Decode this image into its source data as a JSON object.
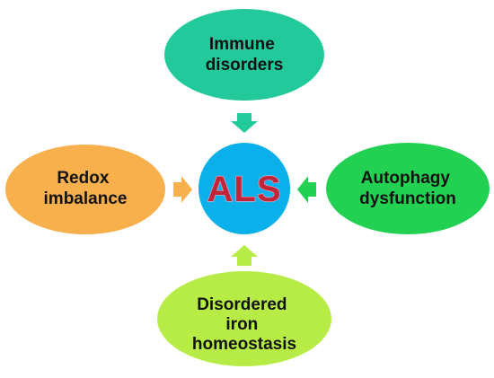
{
  "center": {
    "label": "ALS",
    "fill": "#0ab0ea",
    "text_color": "#c0263a"
  },
  "nodes": {
    "immune": {
      "lines": [
        "Immune",
        "disorders"
      ],
      "fill": "#22c99a",
      "arrow_color": "#22c99a"
    },
    "redox": {
      "lines": [
        "Redox",
        "imbalance"
      ],
      "fill": "#f7b04c",
      "arrow_color": "#f7b04c"
    },
    "autophagy": {
      "lines": [
        "Autophagy",
        "dysfunction"
      ],
      "fill": "#22d052",
      "arrow_color": "#22d052"
    },
    "iron": {
      "lines": [
        "Disordered",
        "iron",
        "homeostasis"
      ],
      "fill": "#b7ec46",
      "arrow_color": "#b7ec46"
    }
  }
}
